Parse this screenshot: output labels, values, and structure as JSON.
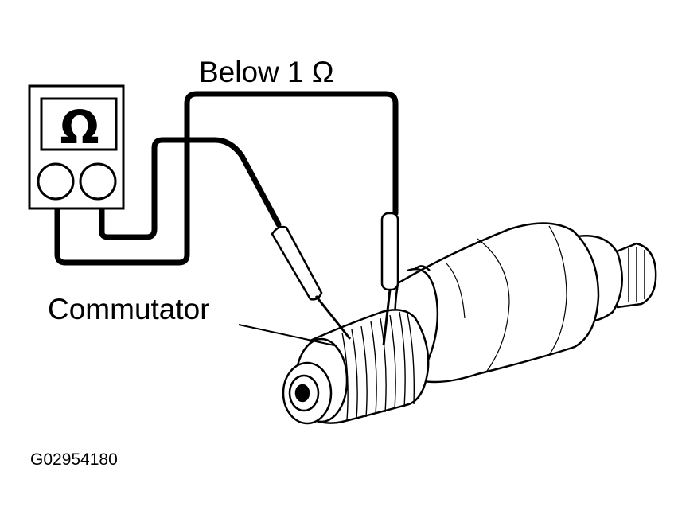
{
  "labels": {
    "reading": "Below 1 Ω",
    "component": "Commutator",
    "figure_id": "G02954180"
  },
  "meter": {
    "symbol": "Ω"
  },
  "icons": {
    "meter": "ohmmeter-icon",
    "motor": "starter-armature-icon"
  },
  "colors": {
    "line": "#000000",
    "background": "#ffffff"
  }
}
